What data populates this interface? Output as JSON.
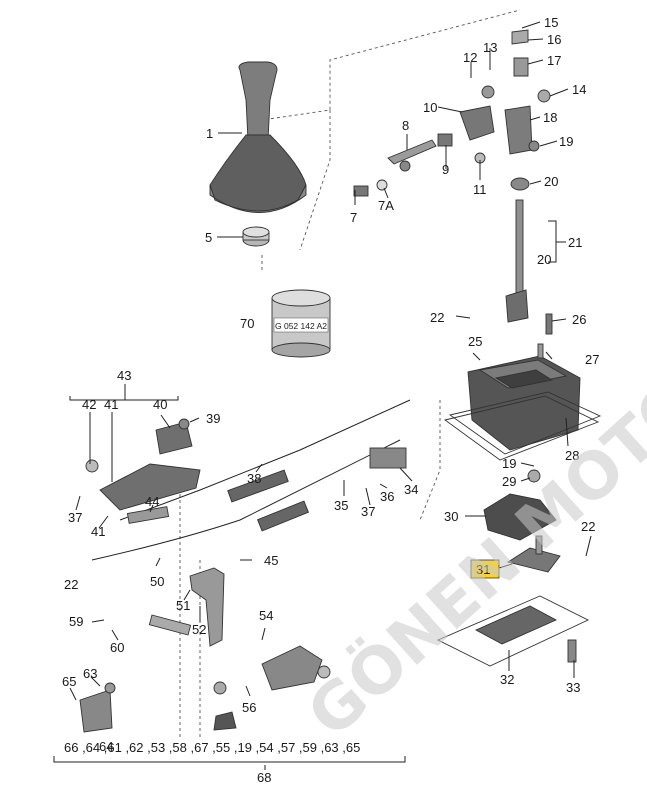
{
  "callouts": {
    "c1": "1",
    "c5": "5",
    "c7": "7",
    "c7a": "7A",
    "c8": "8",
    "c9": "9",
    "c10": "10",
    "c11": "11",
    "c12": "12",
    "c13": "13",
    "c14": "14",
    "c15": "15",
    "c16": "16",
    "c17": "17",
    "c18": "18",
    "c19": "19",
    "c20": "20",
    "c20b": "20",
    "c21": "21",
    "c22a": "22",
    "c22b": "22",
    "c22c": "22",
    "c25": "25",
    "c26": "26",
    "c27": "27",
    "c28": "28",
    "c29": "29",
    "c19b": "19",
    "c30": "30",
    "c31": "31",
    "c32": "32",
    "c33": "33",
    "c34": "34",
    "c35": "35",
    "c36": "36",
    "c37a": "37",
    "c37b": "37",
    "c38": "38",
    "c39": "39",
    "c40": "40",
    "c41": "41",
    "c41b": "41",
    "c42": "42",
    "c43": "43",
    "c44": "44",
    "c45": "45",
    "c50": "50",
    "c51": "51",
    "c52": "52",
    "c53": "53",
    "c54": "54",
    "c56": "56",
    "c59": "59",
    "c60": "60",
    "c63": "63",
    "c64": "64",
    "c65": "65",
    "c70": "70",
    "c68": "68"
  },
  "bottom_row": "66 ,64 ,61 ,62 ,53 ,58 ,67 ,55 ,19 ,54 ,57 ,59 ,63 ,65",
  "sealant_label": "G 052 142 A2",
  "watermark": "GÖNEN MOTORS",
  "colors": {
    "highlight": "#f5d23a",
    "part_fill": "#9a9a9a",
    "part_dark": "#5a5a5a"
  }
}
